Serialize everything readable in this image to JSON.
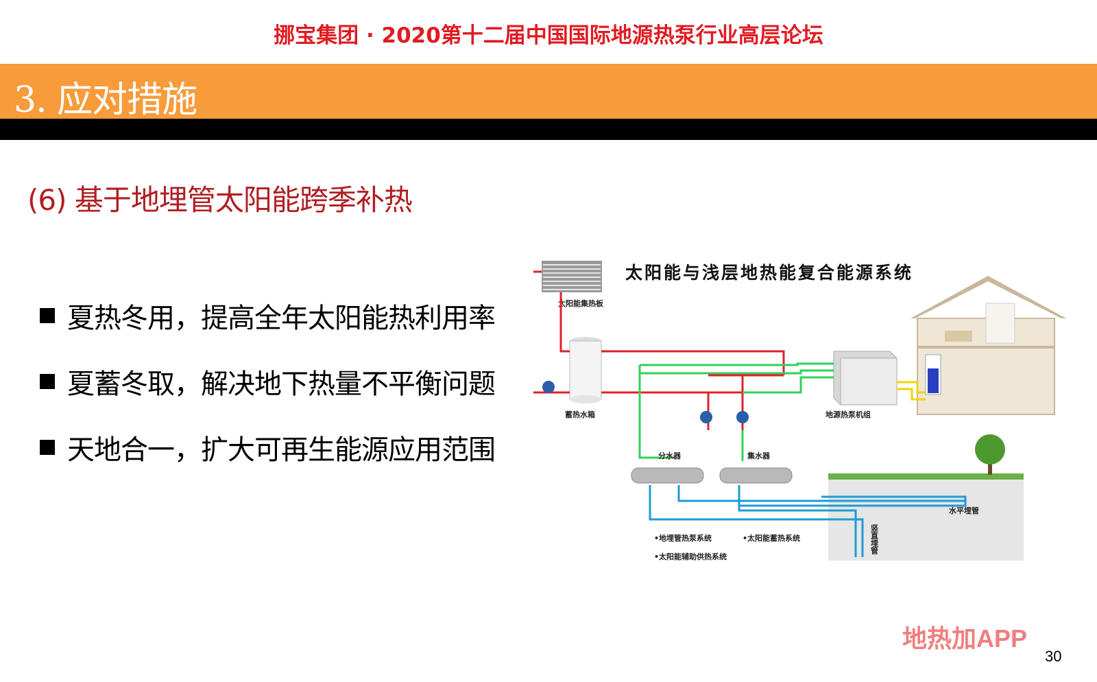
{
  "header": {
    "forum_title": "挪宝集团 · 2020第十二届中国国际地源热泵行业高层论坛"
  },
  "section": {
    "title": "3. 应对措施"
  },
  "subtitle": "(6) 基于地埋管太阳能跨季补热",
  "bullets": [
    "夏热冬用，提高全年太阳能热利用率",
    "夏蓄冬取，解决地下热量不平衡问题",
    "天地合一，扩大可再生能源应用范围"
  ],
  "diagram": {
    "title": "太阳能与浅层地热能复合能源系统",
    "labels": {
      "collector": "太阳能集热板",
      "tank": "蓄热水箱",
      "heat_pump": "地源热泵机组",
      "distributor": "分水器",
      "collector_manifold": "集水器",
      "horizontal_pipe": "水平埋管",
      "vertical_pipe": "竖直埋管",
      "legend_1": "•地埋管热泵系统",
      "legend_2": "•太阳能蓄热系统",
      "legend_3": "•太阳能辅助供热系统"
    },
    "colors": {
      "hot": "#e0202a",
      "green": "#2fd25a",
      "blue": "#1f9ad6",
      "yellow": "#f2d400"
    }
  },
  "footer": {
    "watermark": "地热加APP",
    "page_number": "30"
  }
}
